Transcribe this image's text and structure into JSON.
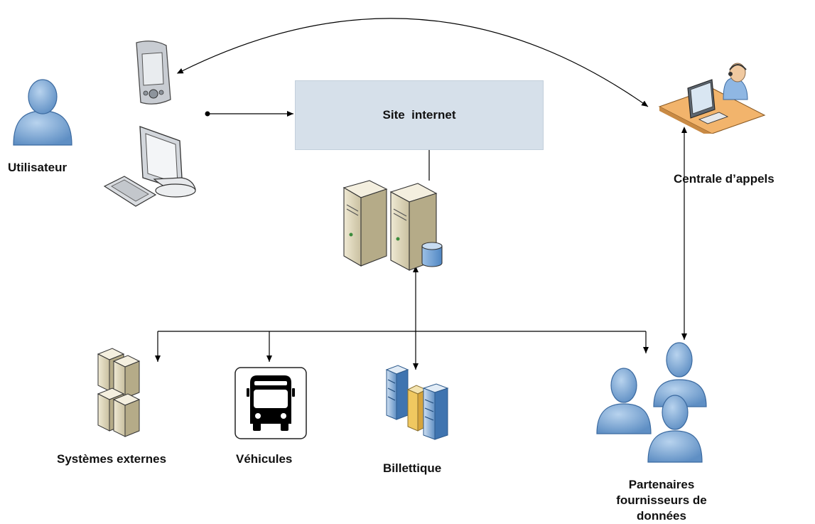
{
  "diagram": {
    "labels": {
      "site": "Site  internet",
      "user": "Utilisateur",
      "call_center": "Centrale d’appels",
      "external_systems": "Systèmes externes",
      "vehicles": "Véhicules",
      "ticketing": "Billettique",
      "partners_line1": "Partenaires",
      "partners_line2": "fournisseurs de",
      "partners_line3": "données"
    },
    "icons": {
      "user": "user-icon",
      "pda": "pda-icon",
      "desktop": "desktop-computer-icon",
      "servers": "server-pair-database-icon",
      "call_center": "call-center-operator-icon",
      "external_systems": "server-stack-icon",
      "vehicles": "bus-icon",
      "ticketing": "datacenter-icon",
      "partners": "user-group-icon"
    },
    "colors": {
      "box_fill": "#d6e0ea",
      "person_blue": "#7aa7d6",
      "line": "#000000"
    }
  }
}
